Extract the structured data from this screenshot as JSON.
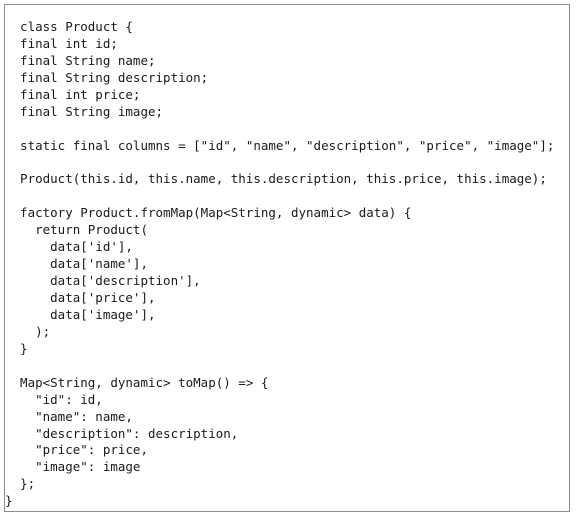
{
  "code": {
    "lines": [
      "  class Product {",
      "  final int id;",
      "  final String name;",
      "  final String description;",
      "  final int price;",
      "  final String image;",
      "",
      "  static final columns = [\"id\", \"name\", \"description\", \"price\", \"image\"];",
      "",
      "  Product(this.id, this.name, this.description, this.price, this.image);",
      "",
      "  factory Product.fromMap(Map<String, dynamic> data) {",
      "    return Product(",
      "      data['id'],",
      "      data['name'],",
      "      data['description'],",
      "      data['price'],",
      "      data['image'],",
      "    );",
      "  }",
      "",
      "  Map<String, dynamic> toMap() => {",
      "    \"id\": id,",
      "    \"name\": name,",
      "    \"description\": description,",
      "    \"price\": price,",
      "    \"image\": image",
      "  };",
      "}"
    ]
  }
}
